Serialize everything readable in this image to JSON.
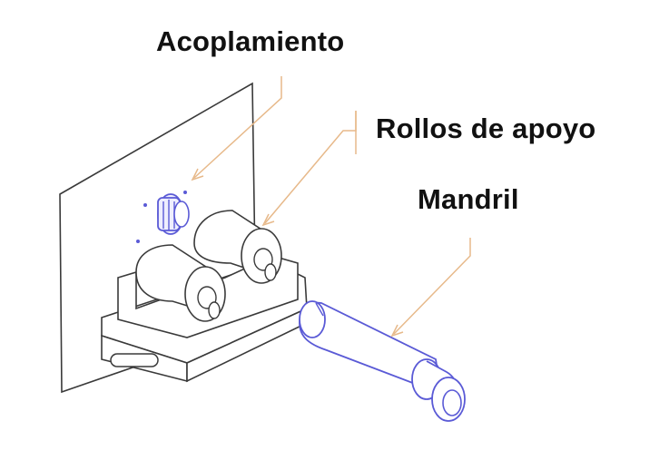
{
  "labels": {
    "acoplamiento": "Acoplamiento",
    "rollos_de_apoyo": "Rollos de apoyo",
    "mandril": "Mandril"
  },
  "colors": {
    "leader": "#e7b98a",
    "part_outline": "#3a3a3a",
    "highlight": "#5a5ad6",
    "highlight_fill": "#eeeefe",
    "text": "#111111"
  }
}
